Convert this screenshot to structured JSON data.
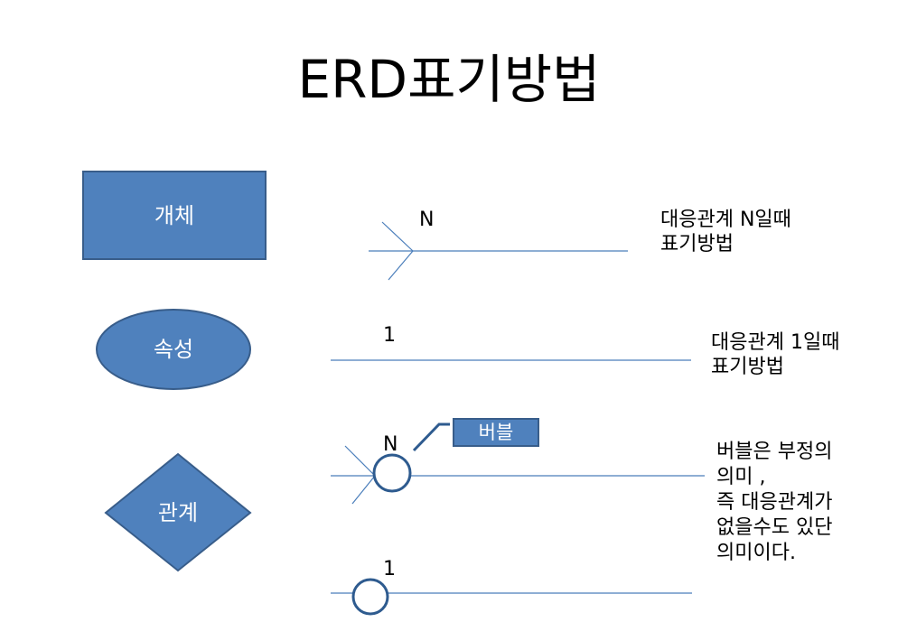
{
  "title": "ERD표기방법",
  "shapes": {
    "entity": "개체",
    "attribute": "속성",
    "relationship": "관계"
  },
  "notation": {
    "n_label": "N",
    "one_label": "1",
    "n_desc_line1": "대응관계 N일때",
    "n_desc_line2": "표기방법",
    "one_desc_line1": "대응관계 1일때",
    "one_desc_line2": "표기방법",
    "bubble_n_label": "N",
    "bubble_one_label": "1",
    "bubble_callout": "버블",
    "bubble_desc": "버블은 부정의\n의미 ,\n즉 대응관계가\n없을수도 있단\n의미이다."
  },
  "colors": {
    "shape_fill": "#4f81bd",
    "shape_border": "#385d8a",
    "line": "#4a7ebb"
  }
}
